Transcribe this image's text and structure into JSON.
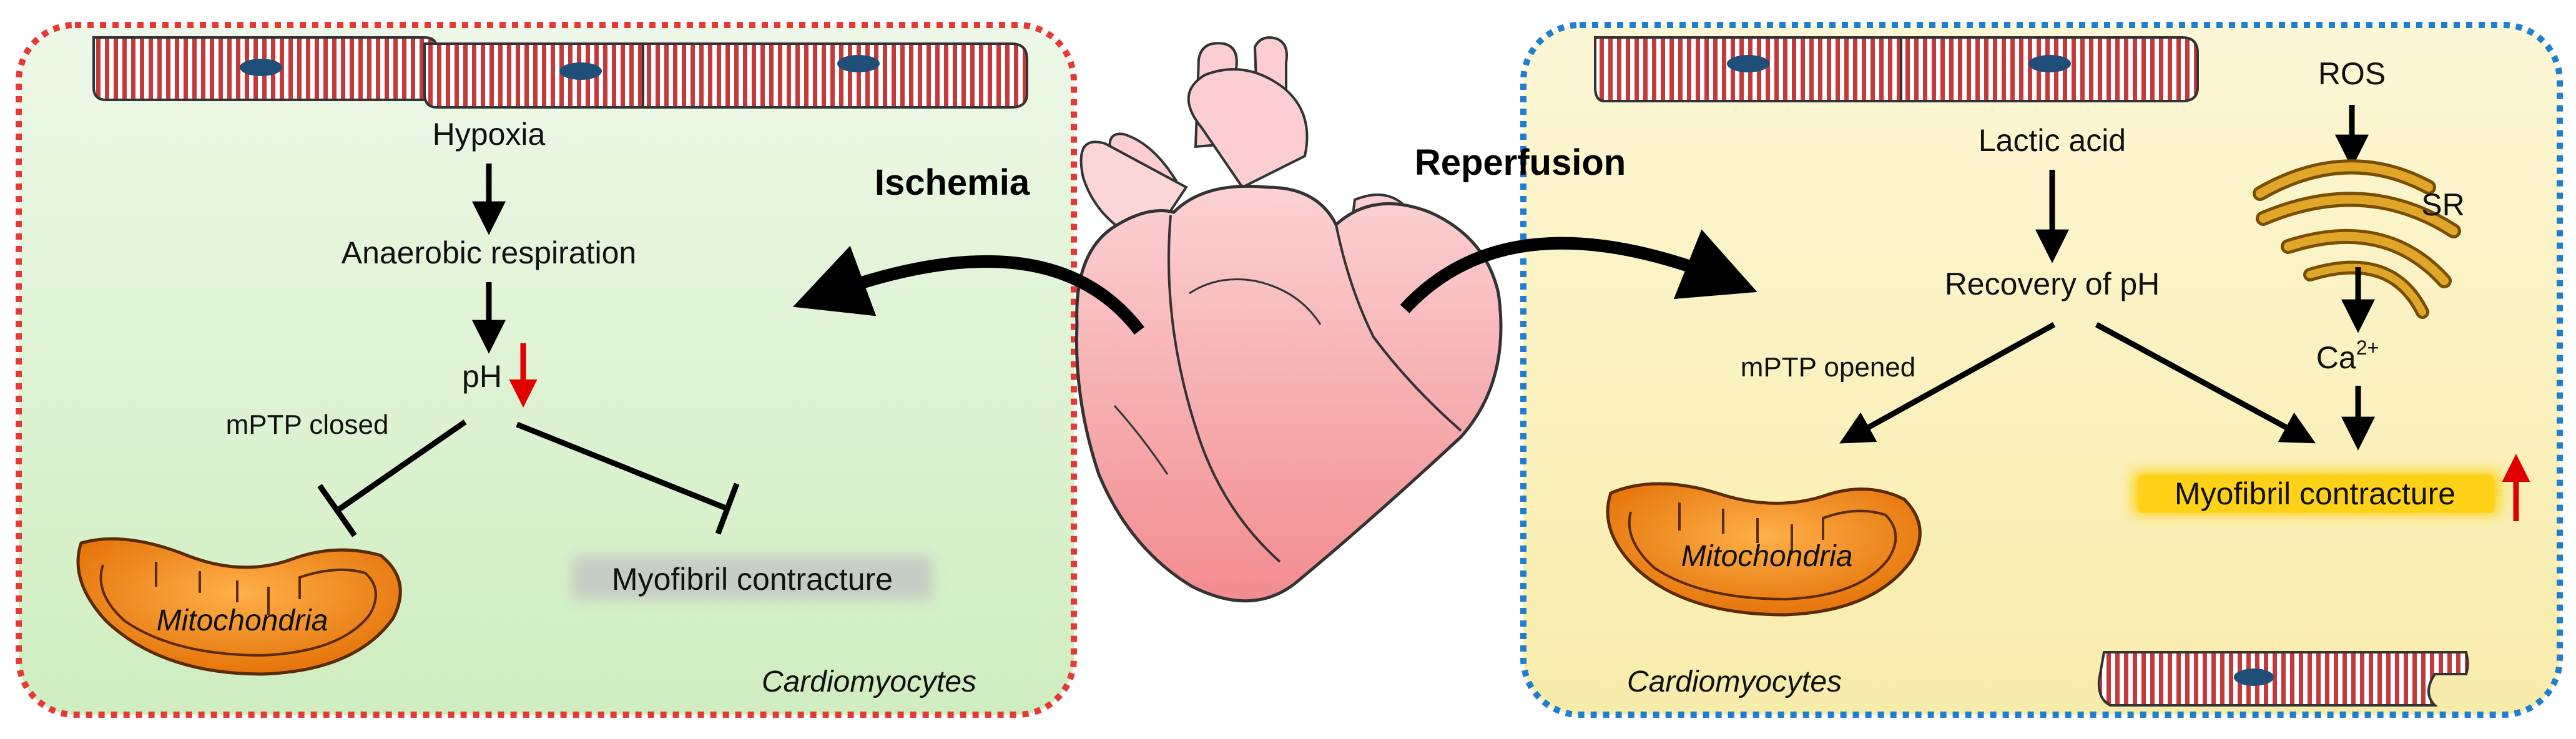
{
  "ischemia_panel": {
    "label_hypoxia": "Hypoxia",
    "label_anaerobic": "Anaerobic respiration",
    "label_ph": "pH",
    "label_mptp": "mPTP closed",
    "label_myofibril": "Myofibril contracture",
    "label_mito": "Mitochondria",
    "label_cardio": "Cardiomyocytes",
    "border_color": "#e53935",
    "bg_color": "#dff1d6"
  },
  "reperfusion_panel": {
    "label_lactic": "Lactic acid",
    "label_recovery": "Recovery of pH",
    "label_mptp": "mPTP opened",
    "label_ros": "ROS",
    "label_sr": "SR",
    "label_ca": "Ca",
    "label_ca_sup": "2+",
    "label_myofibril": "Myofibril contracture",
    "label_mito": "Mitochondria",
    "label_cardio": "Cardiomyocytes",
    "border_color": "#1e7fd0",
    "bg_color": "#fbf3c6",
    "highlight_color": "#ffd21a"
  },
  "center": {
    "label_ischemia": "Ischemia",
    "label_reperfusion": "Reperfusion"
  },
  "colors": {
    "arrow": "#000000",
    "decrease_arrow": "#e00000",
    "increase_arrow": "#e00000",
    "mito": "#f07f10",
    "cell_stripe": "#c0392b",
    "nucleus": "#1f4e79",
    "heart": "#f6a5a8"
  }
}
